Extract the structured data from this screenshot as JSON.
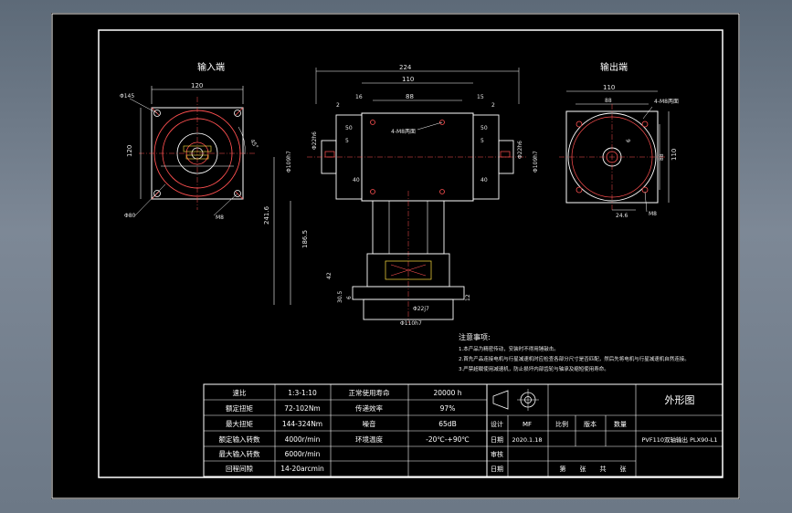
{
  "views": {
    "input_title": "输入端",
    "output_title": "输出端"
  },
  "input_view": {
    "dim_width": "120",
    "dim_height": "120",
    "dim_pcd": "Φ145",
    "dim_bolt": "M8",
    "dim_center": "Φ80",
    "dim_angle": "45°"
  },
  "front_view": {
    "dim_total": "224",
    "dim_body": "110",
    "dim_holes": "88",
    "dim_flange_left": "16",
    "dim_flange_right": "15",
    "dim_edge_left": "2",
    "dim_edge_right": "2",
    "thread_note": "4-M8两面",
    "left_shaft_dia": "Φ22h6",
    "left_key_w": "50",
    "left_key_l": "5",
    "left_shaft_len": "40",
    "left_bore": "Φ109h7",
    "right_shaft_dia": "Φ22h6",
    "right_key_w": "50",
    "right_key_l": "5",
    "right_shaft_len": "40",
    "right_bore": "Φ109h7",
    "dim_height_total": "241.6",
    "dim_height_mid": "186.5",
    "dim_height_42": "42",
    "dim_height_30": "30.5",
    "dim_height_6": "6",
    "dim_height_12": "12",
    "bottom_pilot": "Φ22j7",
    "bottom_flange": "Φ110h7"
  },
  "output_view": {
    "dim_width": "110",
    "dim_pcd": "88",
    "dim_height": "110",
    "dim_offset": "24.6",
    "thread_note": "4-M8两面",
    "dim_bolt": "M8",
    "dim_key": "6"
  },
  "notes": {
    "title": "注意事项:",
    "lines": [
      "1.本产品为精密传动，安装时不得用锤敲击。",
      "2.首先产品连接电机与行星减速机时应检查各部分尺寸是否匹配，然后先将电机与行星减速机自然连接。",
      "3.严禁超载使用减速机，防止损坏内部齿轮与轴承及缩短使用寿命。"
    ]
  },
  "spec_table": {
    "rows": [
      [
        "速比",
        "1:3-1:10",
        "正常使用寿命",
        "20000 h"
      ],
      [
        "额定扭矩",
        "72-102Nm",
        "传递效率",
        "97%"
      ],
      [
        "最大扭矩",
        "144-324Nm",
        "噪音",
        "65dB"
      ],
      [
        "额定输入转数",
        "4000r/min",
        "环境温度",
        "-20℃-+90℃"
      ],
      [
        "最大输入转数",
        "6000r/min",
        "",
        ""
      ],
      [
        "回程间隙",
        "14-20arcmin",
        "",
        ""
      ]
    ]
  },
  "title_block": {
    "drawing_title": "外形图",
    "model": "PVF110双轴输出 PLX90-L1",
    "design_label": "设计",
    "designer": "MF",
    "scale_label": "比例",
    "version_label": "版本",
    "qty_label": "数量",
    "date_label": "日期",
    "date": "2020.1.18",
    "review_label": "审核",
    "date2_label": "日期",
    "sheet_label_1": "第",
    "sheet_label_2": "张",
    "sheet_label_3": "共",
    "sheet_label_4": "张"
  }
}
